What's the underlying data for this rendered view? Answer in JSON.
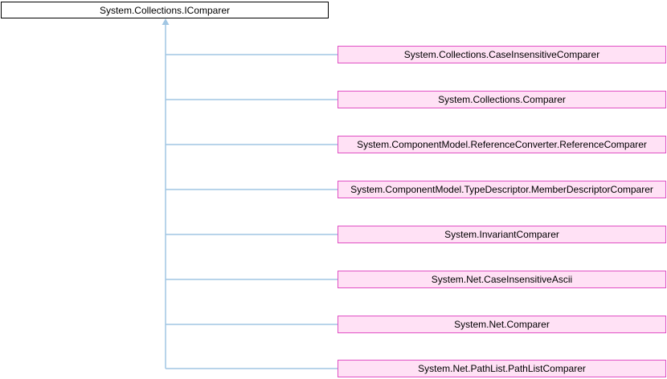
{
  "diagram": {
    "type": "class-inheritance-diagram",
    "base_class": "System.Collections.IComparer",
    "derived_classes": [
      "System.Collections.CaseInsensitiveComparer",
      "System.Collections.Comparer",
      "System.ComponentModel.ReferenceConverter.ReferenceComparer",
      "System.ComponentModel.TypeDescriptor.MemberDescriptorComparer",
      "System.InvariantComparer",
      "System.Net.CaseInsensitiveAscii",
      "System.Net.Comparer",
      "System.Net.PathList.PathListComparer"
    ],
    "colors": {
      "base_box_fill": "#ffffff",
      "base_box_border": "#000000",
      "derived_box_fill": "#ffe1f5",
      "derived_box_border": "#e04fc4",
      "connector_line": "#a1c6e3",
      "text": "#000000"
    },
    "icons": {
      "inheritance_arrow": "up-arrow-icon"
    }
  }
}
